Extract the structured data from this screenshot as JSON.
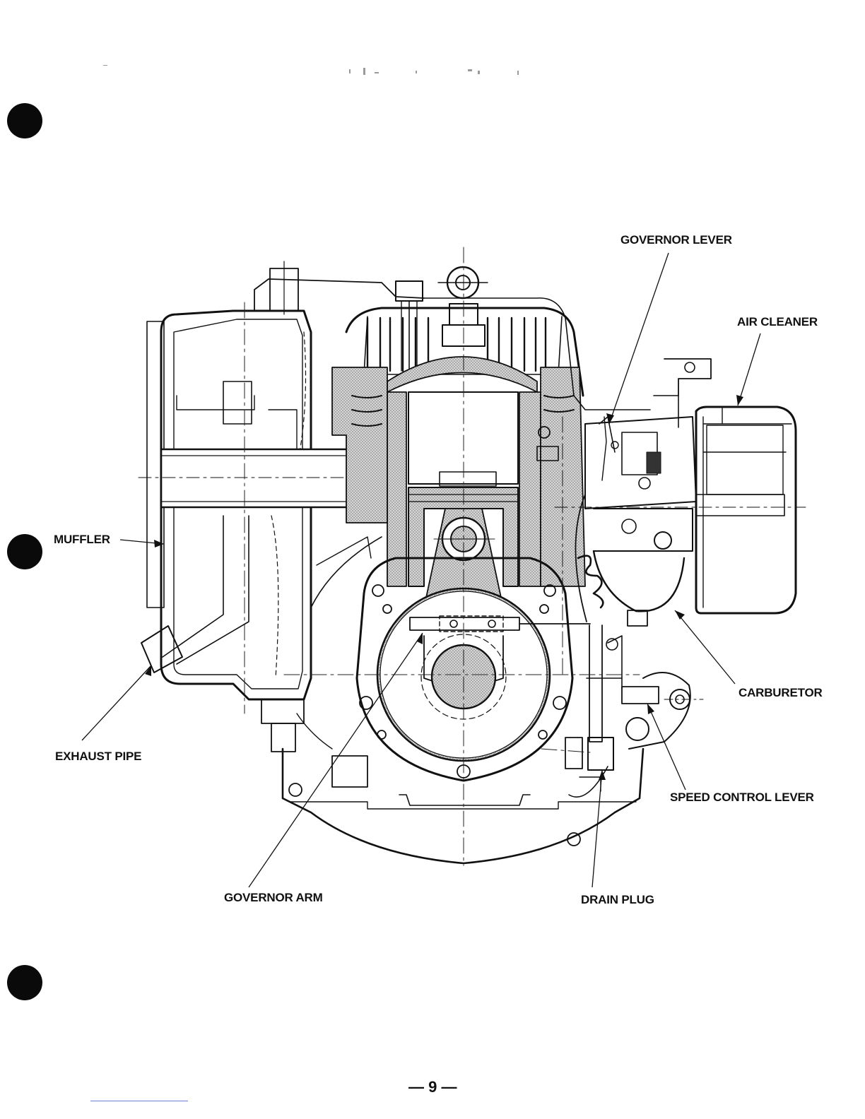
{
  "diagram": {
    "labels": {
      "governor_lever": "GOVERNOR LEVER",
      "air_cleaner": "AIR CLEANER",
      "muffler": "MUFFLER",
      "carburetor": "CARBURETOR",
      "exhaust_pipe": "EXHAUST PIPE",
      "speed_control_lever": "SPEED CONTROL LEVER",
      "governor_arm": "GOVERNOR ARM",
      "drain_plug": "DRAIN PLUG"
    }
  },
  "footer": {
    "page_number": "— 9 —"
  },
  "colors": {
    "ink": "#111111",
    "shade": "#bdbdbd",
    "paper": "#ffffff"
  }
}
